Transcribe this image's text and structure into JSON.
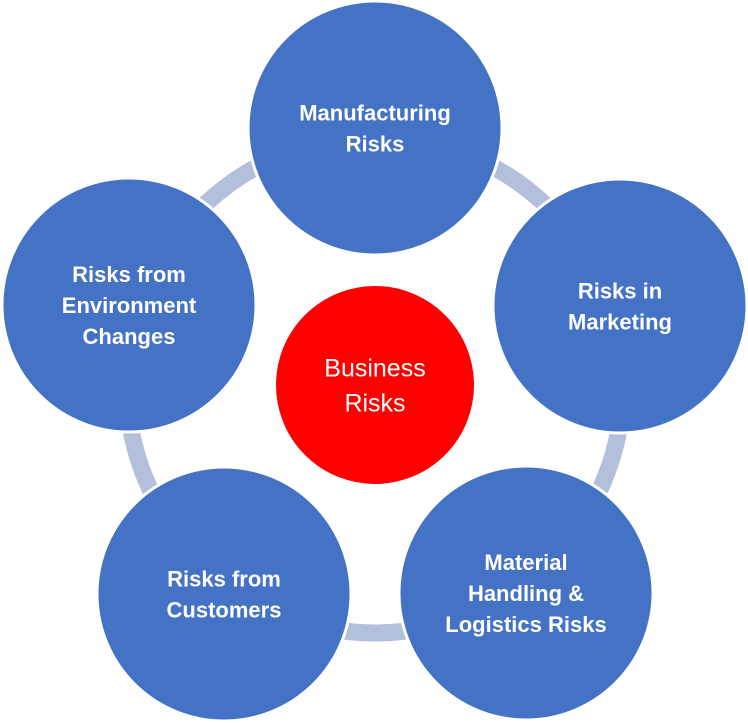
{
  "colors": {
    "ring": "#b4bfdc",
    "outer_fill": "#4472c4",
    "outer_stroke": "#ffffff",
    "center_fill": "#ff0000",
    "text": "#ffffff"
  },
  "center": {
    "lines": [
      "Business",
      "Risks"
    ]
  },
  "nodes": [
    {
      "name": "manufacturing-risks",
      "lines": [
        "Manufacturing",
        "Risks"
      ]
    },
    {
      "name": "marketing-risks",
      "lines": [
        "Risks in",
        "Marketing"
      ]
    },
    {
      "name": "logistics-risks",
      "lines": [
        "Material",
        "Handling &",
        "Logistics Risks"
      ]
    },
    {
      "name": "customer-risks",
      "lines": [
        "Risks from",
        "Customers"
      ]
    },
    {
      "name": "environment-risks",
      "lines": [
        "Risks from",
        "Environment",
        "Changes"
      ]
    }
  ]
}
